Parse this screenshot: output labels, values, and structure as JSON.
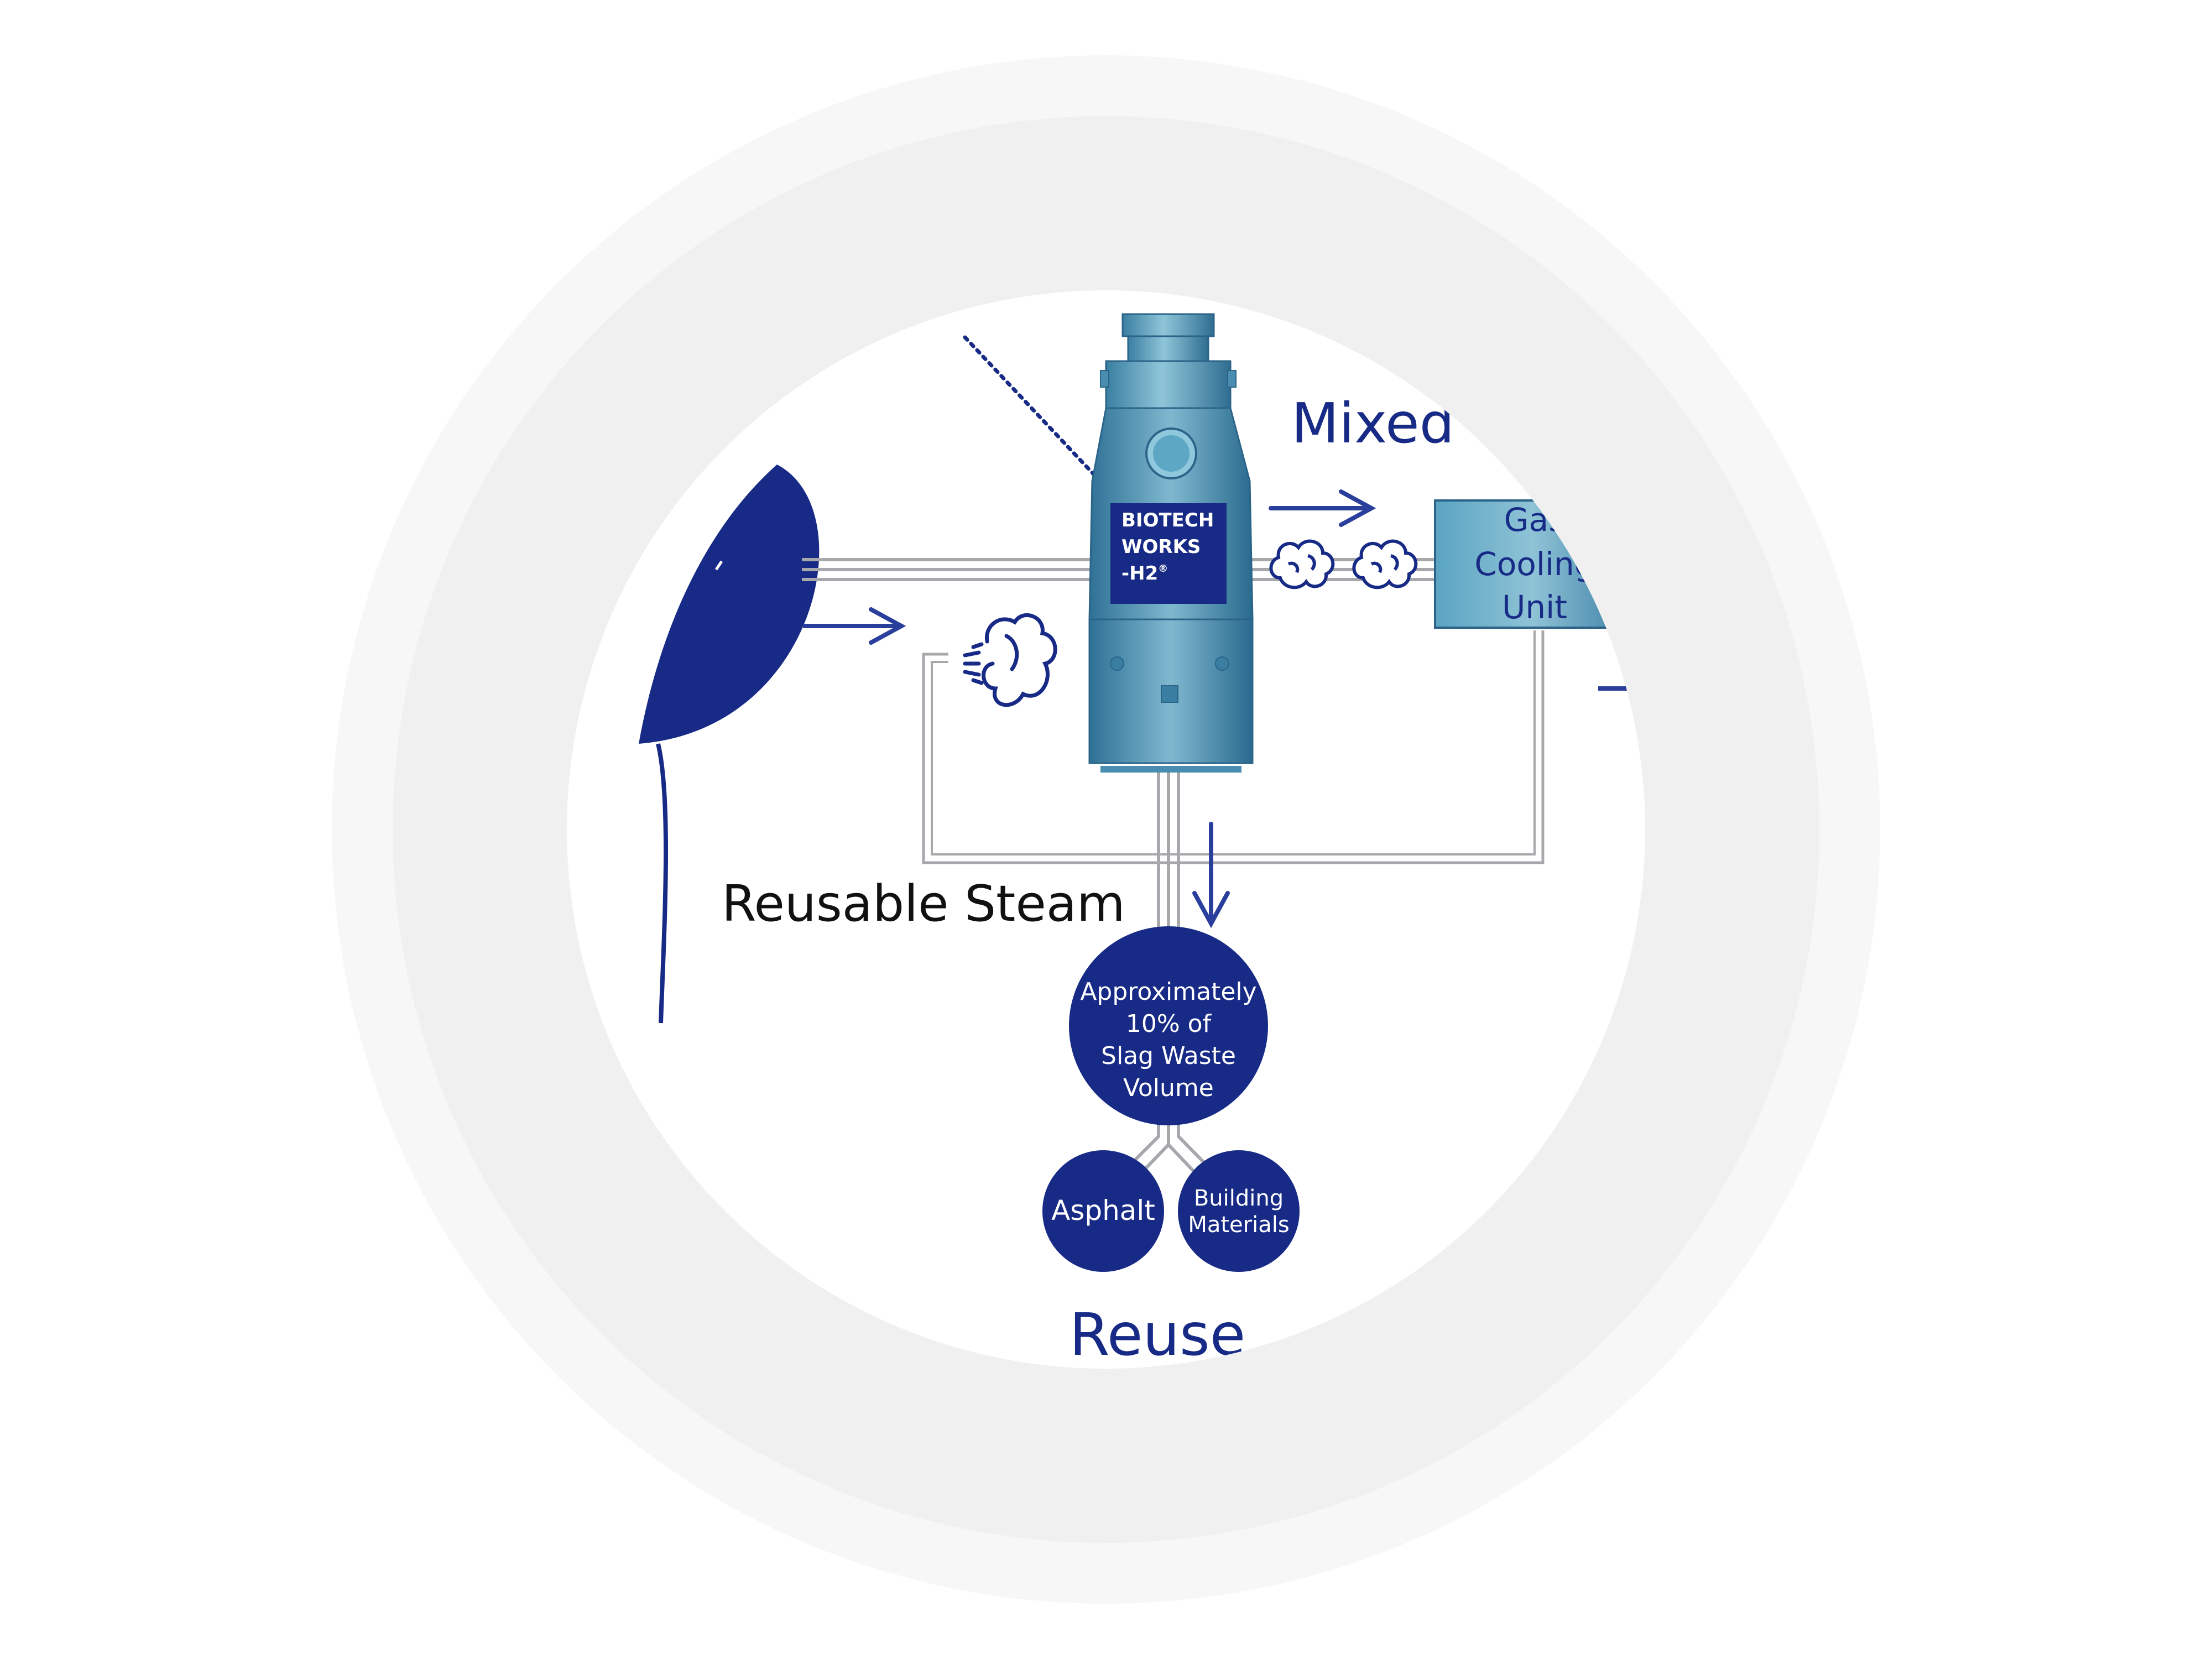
{
  "title_mixed_gas": "Mixed Gas",
  "reactor": {
    "brand_line1": "BIOTECH",
    "brand_line2": "WORKS",
    "brand_line3": "-H2",
    "brand_mark": "®"
  },
  "gas_cooling_unit": {
    "line1": "Gas",
    "line2": "Cooling",
    "line3": "Unit"
  },
  "reusable_steam_label": "Reusable Steam",
  "slag_circle": {
    "line1": "Approximately",
    "line2": "10% of",
    "line3": "Slag Waste",
    "line4": "Volume"
  },
  "asphalt_label": "Asphalt",
  "building_materials": {
    "line1": "Building",
    "line2": "Materials"
  },
  "reuse_label": "Reuse",
  "colors": {
    "navy": "#172a86",
    "steel_blue": "#3e87a8",
    "light_steel": "#8fc3d6",
    "pipe_gray": "#a6a8ac",
    "ring_outer": "#f6f6f6",
    "ring_inner": "#efefef",
    "label_black": "#111111"
  },
  "icons": [
    "cloud-icon",
    "steam-puff-icon",
    "arrow-right-icon",
    "arrow-down-icon"
  ]
}
